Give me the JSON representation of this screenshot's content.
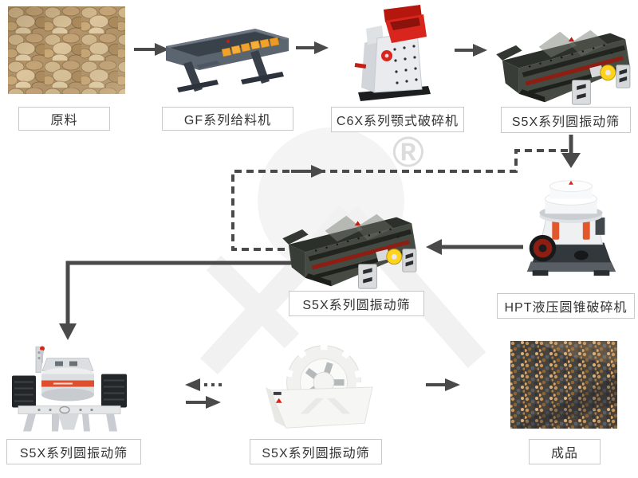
{
  "diagram": {
    "watermark_symbol": "®",
    "nodes": {
      "raw": {
        "label": "原料",
        "type": "photo"
      },
      "feeder": {
        "label": "GF系列给料机",
        "type": "machine"
      },
      "jaw": {
        "label": "C6X系列颚式破碎机",
        "type": "machine"
      },
      "screen_top": {
        "label": "S5X系列圆振动筛",
        "type": "machine"
      },
      "screen_mid": {
        "label": "S5X系列圆振动筛",
        "type": "machine"
      },
      "cone": {
        "label": "HPT液压圆锥破碎机",
        "type": "machine"
      },
      "sand_maker": {
        "label": "S5X系列圆振动筛",
        "type": "machine"
      },
      "washer": {
        "label": "S5X系列圆振动筛",
        "type": "machine"
      },
      "product": {
        "label": "成品",
        "type": "photo"
      }
    },
    "colors": {
      "arrow": "#4a4a4a",
      "label_border": "#c9c9c9",
      "label_text": "#333333",
      "machine_red": "#d8251d",
      "grizzly_orange": "#f0a12e",
      "motor_yellow": "#ffd21e",
      "screen_body": "#41463f",
      "watermark_gray": "#f3f3f3"
    }
  }
}
